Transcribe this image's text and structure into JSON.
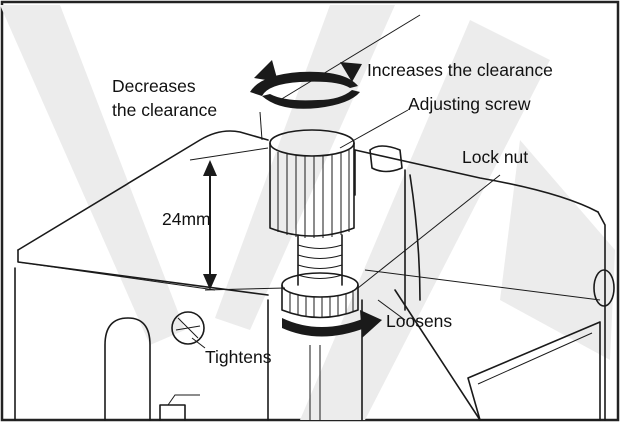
{
  "labels": {
    "decreases_line1": "Decreases",
    "decreases_line2": "the clearance",
    "increases": "Increases the clearance",
    "adjusting_screw": "Adjusting screw",
    "lock_nut": "Lock nut",
    "dimension": "24mm",
    "loosens": "Loosens",
    "tightens": "Tightens"
  },
  "colors": {
    "ink": "#1a1a1a",
    "watermark": "#ececec",
    "frame": "#222222",
    "background": "#ffffff"
  },
  "icons": {
    "rotation_arrows": "curved-double-arrow-icon",
    "turn_arrow": "curved-arrow-icon"
  }
}
